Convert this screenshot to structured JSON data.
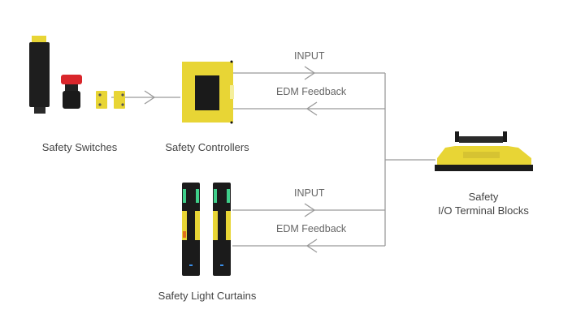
{
  "nodes": {
    "switches": {
      "label": "Safety Switches"
    },
    "controllers": {
      "label": "Safety Controllers"
    },
    "light_curtains": {
      "label": "Safety Light Curtains"
    },
    "terminal_blocks": {
      "label_line1": "Safety",
      "label_line2": "I/O Terminal Blocks"
    }
  },
  "connections": {
    "top_input": "INPUT",
    "top_feedback": "EDM Feedback",
    "bottom_input": "INPUT",
    "bottom_feedback": "EDM Feedback"
  },
  "colors": {
    "yellow": "#e8d535",
    "black": "#1b1b1b",
    "line": "#9a9a9a",
    "green": "#3fcf8a",
    "red": "#d9262b"
  }
}
